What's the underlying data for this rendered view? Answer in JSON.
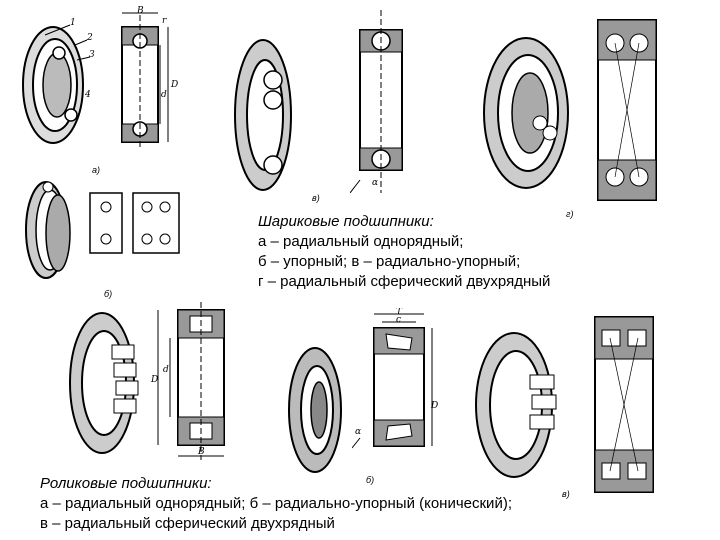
{
  "ball": {
    "title": "Шариковые подшипники:",
    "lines": [
      "а – радиальный однорядный;",
      "б – упорный; в – радиально-упорный;",
      "г – радиальный сферический двухрядный"
    ]
  },
  "roller": {
    "title": "Роликовые подшипники:",
    "lines": [
      "а – радиальный однорядный; б – радиально-упорный (конический);",
      "в – радиальный сферический двухрядный"
    ]
  },
  "figure_labels": {
    "a": "а)",
    "b": "б)",
    "v": "в)",
    "g": "г)",
    "v2": "в)",
    "b2": "б)"
  },
  "dimension_labels": {
    "B": "B",
    "r": "r",
    "D": "D",
    "d": "d",
    "T": "T",
    "c": "c",
    "alpha": "α",
    "n1": "1",
    "n2": "2",
    "n3": "3",
    "n4": "4"
  },
  "colors": {
    "ink": "#000000",
    "paper": "#ffffff",
    "hatch": "#444444"
  }
}
